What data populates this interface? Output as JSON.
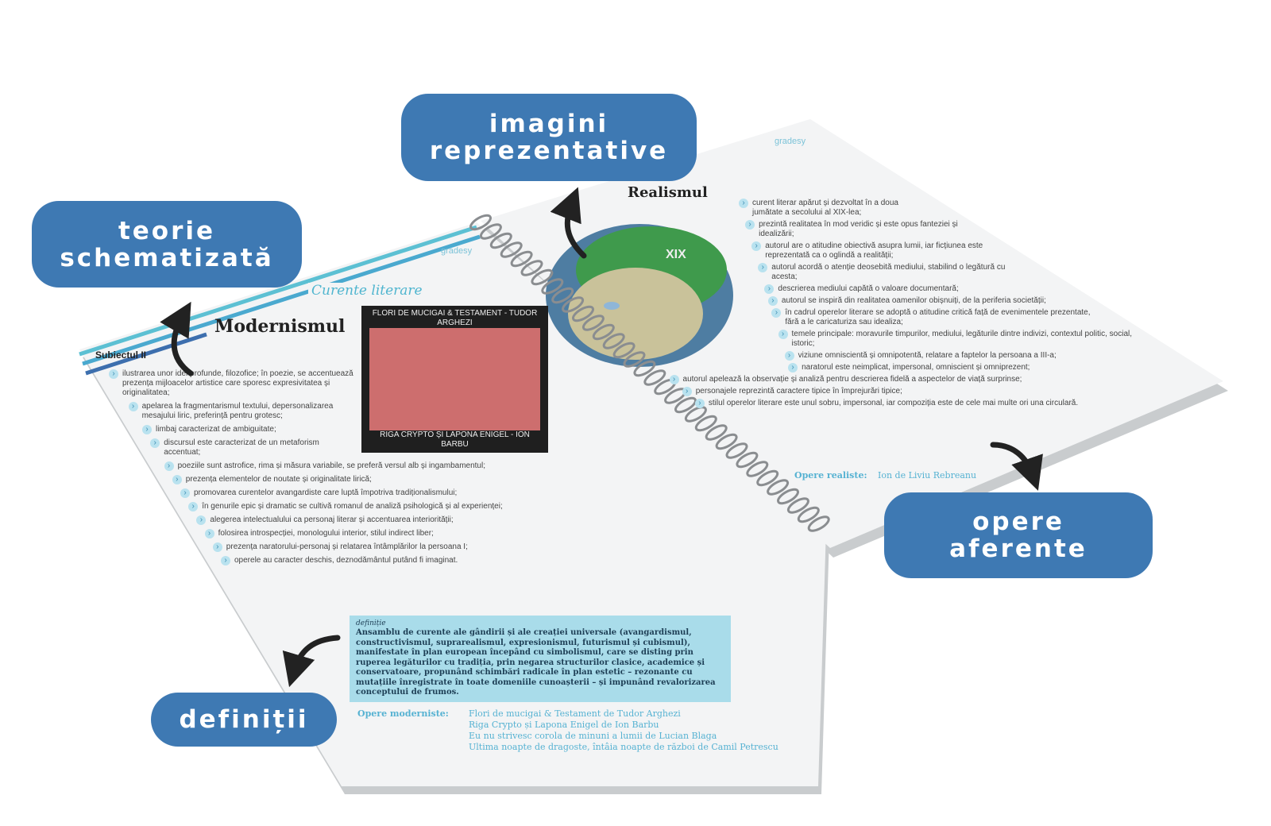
{
  "callouts": {
    "theory": "teorie\nschematizată",
    "images": "imagini\nreprezentative",
    "works": "opere\naferente",
    "definitions": "definiții"
  },
  "left_page": {
    "brand": "gradesy",
    "subject": "Subiectul II",
    "section": "Curente literare",
    "title": "Modernismul",
    "items": [
      "ilustrarea unor idei profunde, filozofice; în poezie, se accentuează prezența mijloacelor artistice care sporesc expresivitatea și originalitatea;",
      "apelarea la fragmentarismul textului, depersonalizarea mesajului liric, preferință pentru grotesc;",
      "limbaj caracterizat de ambiguitate;",
      "discursul este caracterizat de un metaforism accentuat;",
      "poeziile sunt astrofice, rima și măsura variabile, se preferă versul alb și ingambamentul;",
      "prezența elementelor de noutate și originalitate lirică;",
      "promovarea curentelor avangardiste care luptă împotriva tradiționalismului;",
      "în genurile epic și dramatic se cultivă romanul de analiză psihologică și al experienței;",
      "alegerea intelectualului ca personaj literar și accentuarea interiorității;",
      "folosirea introspecției, monologului interior, stilul indirect liber;",
      "prezența naratorului-personaj și relatarea întâmplărilor la persoana I;",
      "operele au caracter deschis, deznodământul putând fi imaginat."
    ],
    "art_caption_top": "FLORI DE MUCIGAI & TESTAMENT - TUDOR ARGHEZI",
    "art_caption_bottom": "RIGA CRYPTO ȘI LAPONA ENIGEL - ION BARBU",
    "definition_label": "definiție",
    "definition": "Ansamblu de curente ale gândirii și ale creației universale (avangardismul, constructivismul, suprarealismul, expresionismul, futurismul și cubismul), manifestate în plan european începând cu simbolismul, care se disting prin ruperea legăturilor cu tradiția, prin negarea structurilor clasice, academice și conservatoare, propunând schimbări radicale în plan estetic – rezonante cu mutațiile înregistrate în toate domeniile cunoașterii – și impunând revalorizarea conceptului de frumos.",
    "works_label": "Opere moderniste:",
    "works": [
      "Flori de mucigai & Testament de Tudor Arghezi",
      "Riga Crypto și Lapona Enigel de Ion Barbu",
      "Eu nu strivesc corola de minuni a lumii de Lucian Blaga",
      "Ultima noapte de dragoste, întâia noapte de război de Camil Petrescu"
    ]
  },
  "right_page": {
    "brand": "gradesy",
    "title": "Realismul",
    "head_label": "XIX",
    "items": [
      "curent literar apărut și dezvoltat în a doua jumătate a secolului al XIX-lea;",
      "prezintă realitatea în mod veridic și este opus fanteziei și idealizării;",
      "autorul are o atitudine obiectivă asupra lumii, iar ficțiunea este reprezentată ca o oglindă a realității;",
      "autorul acordă o atenție deosebită mediului, stabilind o legătură cu acesta;",
      "descrierea mediului capătă o valoare documentară;",
      "autorul se inspiră din realitatea oamenilor obișnuiți, de la periferia societății;",
      "în cadrul operelor literare se adoptă o atitudine critică față de evenimentele prezentate, fără a le caricaturiza sau idealiza;",
      "temele principale: moravurile timpurilor, mediului, legăturile dintre indivizi, contextul politic, social, istoric;",
      "viziune omniscientă și omnipotentă, relatare a faptelor la persoana a III-a;",
      "naratorul este neimplicat, impersonal, omniscient și omniprezent;",
      "autorul apelează la observație și analiză pentru descrierea fidelă a aspectelor de viață surprinse;",
      "personajele reprezintă caractere tipice în împrejurări tipice;",
      "stilul operelor literare este unul sobru, impersonal, iar compoziția este de cele mai multe ori una circulară."
    ],
    "works_label": "Opere realiste:",
    "works": [
      "Ion de Liviu Rebreanu"
    ]
  },
  "colors": {
    "callout": "#3e79b3",
    "accent": "#4fb5cf",
    "art": "#cd6e6e",
    "definition_bg": "#a9dcea"
  }
}
